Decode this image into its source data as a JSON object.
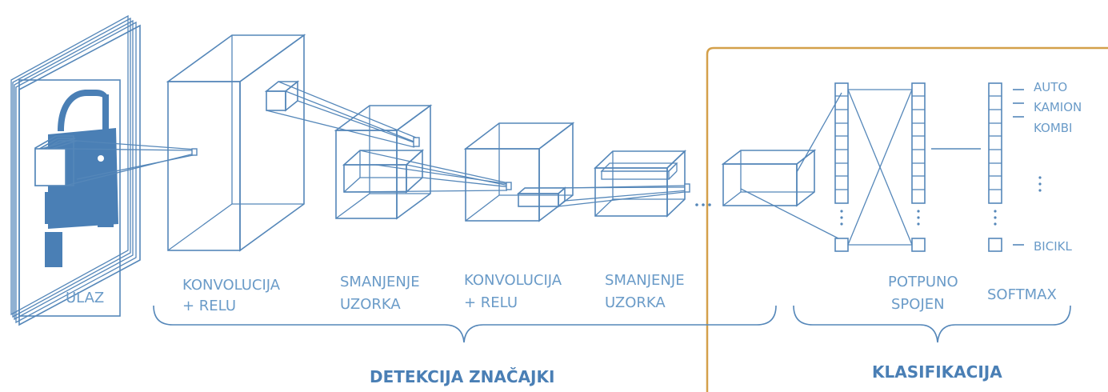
{
  "colors": {
    "line": "#5587b9",
    "fill": "#4a7fb5",
    "label": "#6a9bc8",
    "section": "#4a7fb5",
    "box": "#d4a04a"
  },
  "labels": {
    "input": "ULAZ",
    "conv1_a": "KONVOLUCIJA",
    "conv1_b": "+ RELU",
    "pool1_a": "SMANJENJE",
    "pool1_b": "UZORKA",
    "conv2_a": "KONVOLUCIJA",
    "conv2_b": "+ RELU",
    "pool2_a": "SMANJENJE",
    "pool2_b": "UZORKA",
    "fc_a": "POTPUNO",
    "fc_b": "SPOJEN",
    "softmax": "SOFTMAX"
  },
  "sections": {
    "feature_detection": "DETEKCIJA ZNAČAJKI",
    "classification": "KLASIFIKACIJA"
  },
  "outputs": [
    "AUTO",
    "KAMION",
    "KOMBI",
    "BICIKL"
  ]
}
